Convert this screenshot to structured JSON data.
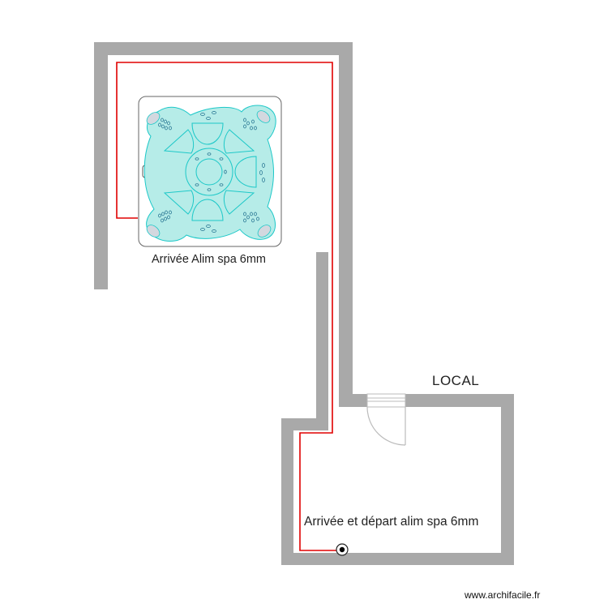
{
  "plan": {
    "labels": {
      "spa_feed": "Arrivée Alim spa 6mm",
      "local_room": "LOCAL",
      "local_feed": "Arrivée et départ alim spa 6mm"
    },
    "watermark": "www.archifacile.fr",
    "colors": {
      "wall": "#a9a9a9",
      "pipe": "#e00000",
      "spa_water": "#b6ece8",
      "spa_outline": "#1cc8c8",
      "spa_pillow": "#d3d8df",
      "background": "#ffffff"
    },
    "elements": {
      "spa": "spa-jacuzzi",
      "door": "swing-door",
      "feed_point": "pipe-outlet"
    }
  }
}
